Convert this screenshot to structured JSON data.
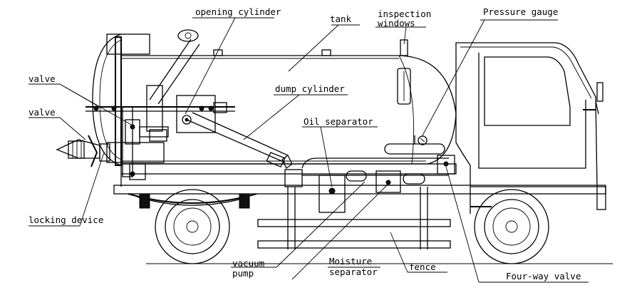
{
  "labels": {
    "opening_cylinder": "opening cylinder",
    "tank": "tank",
    "inspection_line1": "inspection",
    "inspection_line2": "windows",
    "pressure_gauge": "Pressure gauge",
    "valve_top": "valve",
    "valve_bottom": "valve",
    "dump_cylinder": "dump cylinder",
    "oil_separator": "Oil separator",
    "locking_device": "locking device",
    "vacuum_line1": "vacuum",
    "vacuum_line2": "pump",
    "moisture_line1": "Moisture",
    "moisture_line2": "separator",
    "fence": "fence",
    "four_way_valve": "Four-way valve"
  }
}
